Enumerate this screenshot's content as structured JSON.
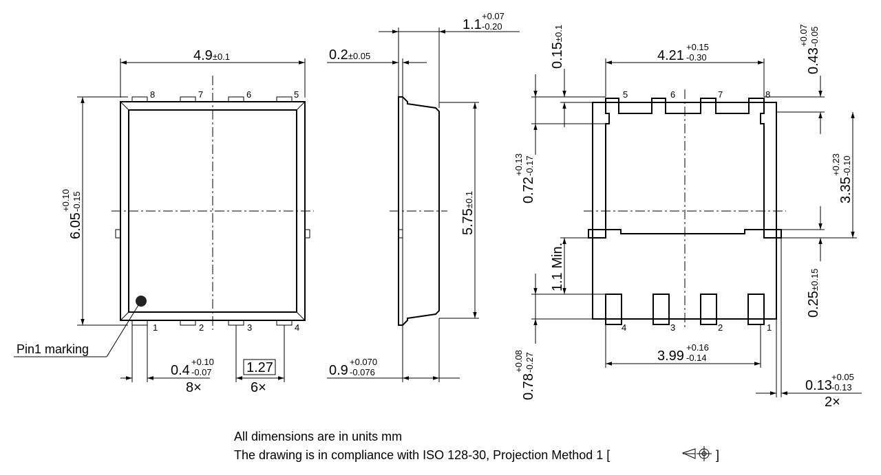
{
  "top_view": {
    "width": {
      "nom": "4.9",
      "tol": "±0.1"
    },
    "height": {
      "nom": "6.05",
      "tol_plus": "+0.10",
      "tol_minus": "-0.15"
    },
    "pin_labels_top": [
      "8",
      "7",
      "6",
      "5"
    ],
    "pin_labels_bottom": [
      "1",
      "2",
      "3",
      "4"
    ],
    "lead_width": {
      "nom": "0.4",
      "tol_plus": "+0.10",
      "tol_minus": "-0.07",
      "count": "8×"
    },
    "pitch": {
      "nom": "1.27",
      "count": "6×"
    },
    "pin1_marking": "Pin1 marking"
  },
  "side_view": {
    "total_thickness": {
      "nom": "1.1",
      "tol_plus": "+0.07",
      "tol_minus": "-0.20"
    },
    "standoff": {
      "nom": "0.2",
      "tol": "±0.05"
    },
    "body_length": {
      "nom": "5.75",
      "tol": "±0.1"
    },
    "body_thickness": {
      "nom": "0.9",
      "tol_plus": "+0.070",
      "tol_minus": "-0.076"
    }
  },
  "bottom_view": {
    "pad_width": {
      "nom": "4.21",
      "tol_plus": "+0.15",
      "tol_minus": "-0.30"
    },
    "pin_labels_top": [
      "5",
      "6",
      "7",
      "8"
    ],
    "pin_labels_bottom": [
      "4",
      "3",
      "2",
      "1"
    ],
    "top_offset": {
      "nom": "0.15",
      "tol": "±0.1"
    },
    "top_edge": {
      "nom": "0.43",
      "tol_plus": "+0.07",
      "tol_minus": "-0.05"
    },
    "lead_len": {
      "nom": "0.72",
      "tol_plus": "+0.13",
      "tol_minus": "-0.17"
    },
    "pad_height": {
      "nom": "3.35",
      "tol_plus": "+0.23",
      "tol_minus": "-0.10"
    },
    "min_len": "1.1 Min.",
    "tab_height": {
      "nom": "0.25",
      "tol": "±0.15"
    },
    "foot_len": {
      "nom": "0.78",
      "tol_plus": "+0.08",
      "tol_minus": "-0.27"
    },
    "bottom_span": {
      "nom": "3.99",
      "tol_plus": "+0.16",
      "tol_minus": "-0.14"
    },
    "tab_protrusion": {
      "nom": "0.13",
      "tol_plus": "+0.05",
      "tol_minus": "-0.13",
      "count": "2×"
    }
  },
  "notes": {
    "line1": "All dimensions are in units mm",
    "line2": "The drawing is in compliance with ISO 128-30, Projection Method 1 [",
    "line2_end": "]"
  }
}
